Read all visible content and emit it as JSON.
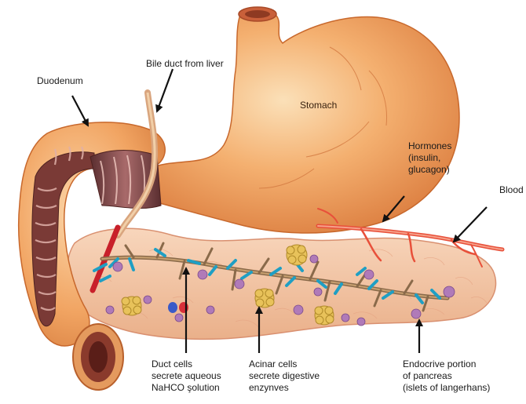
{
  "labels": {
    "duodenum": "Duodenum",
    "bile_duct": "Bile duct from liver",
    "stomach": "Stomach",
    "hormones": [
      "Hormones",
      "(insulin,",
      "glucagon)"
    ],
    "blood": "Blood",
    "duct_cells": [
      "Duct cells",
      "secrete aqueous",
      "NaHCO şolution"
    ],
    "acinar_cells": [
      "Acinar cells",
      "secrete digestive",
      "enzynves"
    ],
    "endocrine": [
      "Endocrive portion",
      "of pancreas",
      "(islets of langerhans)"
    ]
  },
  "colors": {
    "stomach": "#f0a25a",
    "duodenum": "#f4b276",
    "pancreas": "#f3c3a0",
    "duct_network": "#8a6a4a",
    "duct_cells": "#1f9fc4",
    "acinar_clusters": "#e8c25a",
    "islets": "#b07ab8",
    "blood_vessel": "#e8503a",
    "arrow": "#111111"
  }
}
